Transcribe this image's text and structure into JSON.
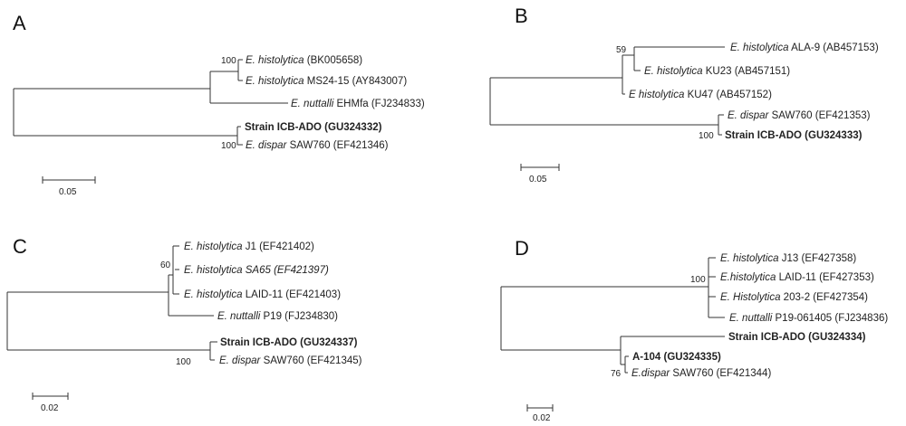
{
  "panels": {
    "A": {
      "label": "A",
      "taxa": [
        {
          "species": "E. histolytica",
          "rest": "(BK005658)"
        },
        {
          "species": "E. histolytica",
          "rest": "MS24-15 (AY843007)"
        },
        {
          "species": "E. nuttalli",
          "rest": "EHMfa (FJ234833)"
        },
        {
          "species": "",
          "rest": "Strain ICB-ADO (GU324332)"
        },
        {
          "species": "E. dispar",
          "rest": "SAW760 (EF421346)"
        }
      ],
      "bootstrap": [
        "100",
        "100"
      ],
      "scale": "0.05"
    },
    "B": {
      "label": "B",
      "taxa": [
        {
          "species": "E. histolytica",
          "rest": "ALA-9 (AB457153)"
        },
        {
          "species": "E. histolytica",
          "rest": "KU23 (AB457151)"
        },
        {
          "species": "E histolytica",
          "rest": "KU47 (AB457152)"
        },
        {
          "species": "E. dispar",
          "rest": "SAW760 (EF421353)"
        },
        {
          "species": "",
          "rest": "Strain ICB-ADO (GU324333)"
        }
      ],
      "bootstrap": [
        "59",
        "100"
      ],
      "scale": "0.05"
    },
    "C": {
      "label": "C",
      "taxa": [
        {
          "species": "E. histolytica",
          "rest": "J1 (EF421402)"
        },
        {
          "species": "E. histolytica SA65 (EF421397)",
          "rest": ""
        },
        {
          "species": "E. histolytica",
          "rest": "LAID-11 (EF421403)"
        },
        {
          "species": "E. nuttalli",
          "rest": "P19 (FJ234830)"
        },
        {
          "species": "",
          "rest": "Strain ICB-ADO (GU324337)"
        },
        {
          "species": "E. dispar",
          "rest": "SAW760 (EF421345)"
        }
      ],
      "bootstrap": [
        "60",
        "100"
      ],
      "scale": "0.02"
    },
    "D": {
      "label": "D",
      "taxa": [
        {
          "species": "E. histolytica",
          "rest": "J13 (EF427358)"
        },
        {
          "species": "E.histolytica",
          "rest": "LAID-11 (EF427353)"
        },
        {
          "species": "E. Histolytica",
          "rest": "203-2 (EF427354)"
        },
        {
          "species": "E. nuttalli",
          "rest": "P19-061405 (FJ234836)"
        },
        {
          "species": "",
          "rest": "Strain ICB-ADO (GU324334)"
        },
        {
          "species": "",
          "rest": "A-104 (GU324335)"
        },
        {
          "species": "E.dispar",
          "rest": "SAW760 (EF421344)"
        }
      ],
      "bootstrap": [
        "100",
        "76"
      ],
      "scale": "0.02"
    }
  }
}
